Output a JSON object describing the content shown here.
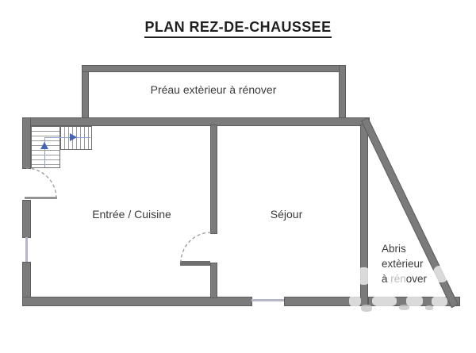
{
  "title": "PLAN REZ-DE-CHAUSSEE",
  "rooms": {
    "preau": {
      "label": "Préau extèrieur à rénover"
    },
    "entree": {
      "label": "Entrée / Cuisine"
    },
    "sejour": {
      "label": "Séjour"
    },
    "abris": {
      "line1": "Abris",
      "line2": "extèrieur",
      "line3_prefix": "à ",
      "line3_light": "rén",
      "line3_suffix": "over"
    }
  },
  "colors": {
    "wall": "#7b7b7b",
    "wall_border": "#5d5d5d",
    "window": "#b6b6cb",
    "stair_guide": "#8fa0cc",
    "stair_arrow": "#4664b4",
    "door_arc": "#9a9a9a",
    "text": "#3a3a3a",
    "title_text": "#1f1f1f",
    "watermark": "#c6c6c6"
  }
}
